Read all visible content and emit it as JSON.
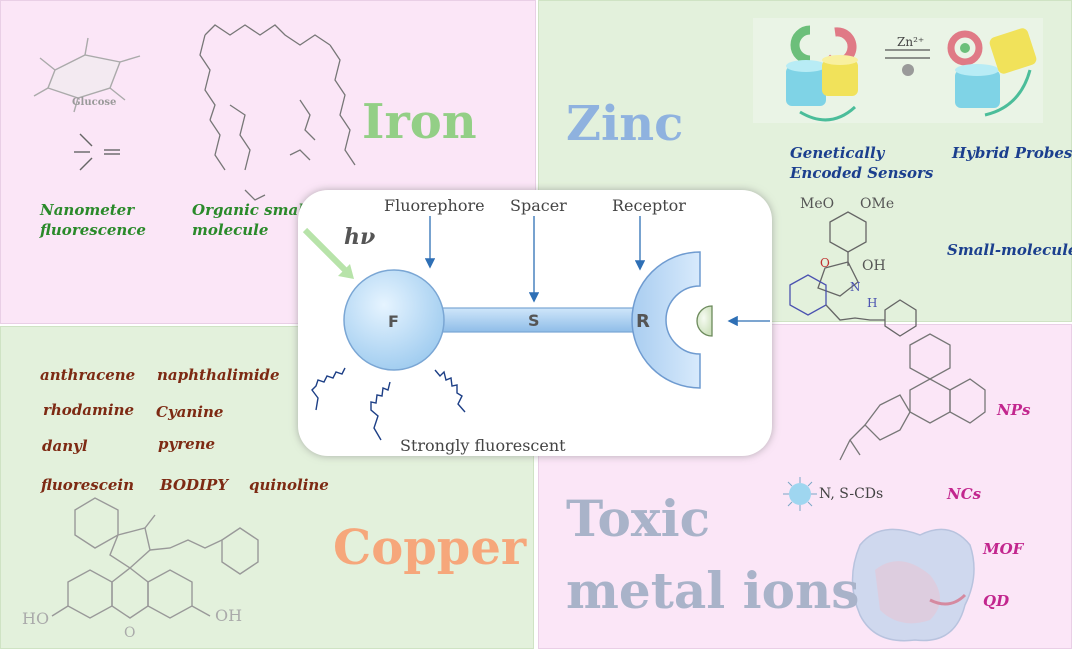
{
  "iron": {
    "title": "Iron",
    "label_glucose": "Glucose",
    "label_nanometer": "Nanometer\nfluorescence",
    "label_organic": "Organic small\nmolecule"
  },
  "zinc": {
    "title": "Zinc",
    "label_genetic": "Genetically\nEncoded Sensors",
    "label_hybrid": "Hybrid Probes",
    "label_small": "Small-molecule",
    "zn_label": "Zn²⁺",
    "struct_meo1": "MeO",
    "struct_ome": "OMe",
    "struct_oh": "OH",
    "struct_o": "O",
    "struct_n": "N",
    "struct_h": "H"
  },
  "copper": {
    "title": "Copper",
    "fluorophores": [
      "anthracene",
      "naphthalimide",
      "rhodamine",
      "Cyanine",
      "danyl",
      "pyrene",
      "fluorescein",
      "BODIPY",
      "quinoline"
    ],
    "struct_ho": "HO",
    "struct_oh": "OH",
    "struct_o": "O"
  },
  "toxic": {
    "title_line1": "Toxic",
    "title_line2": "metal ions",
    "labels": [
      "NPs",
      "NCs",
      "MOF",
      "QD"
    ],
    "cds_label": "N, S-CDs"
  },
  "center": {
    "hv": "hν",
    "fluorophore": "Fluorephore",
    "spacer": "Spacer",
    "receptor": "Receptor",
    "f": "F",
    "s": "S",
    "r": "R",
    "strongly": "Strongly fluorescent"
  },
  "colors": {
    "iron_bg": "#fbe6f7",
    "zinc_bg": "#e3f1dc",
    "iron_title": "#93cf86",
    "zinc_title": "#8fb2df",
    "copper_title": "#f6a77b",
    "toxic_title": "#a9b3c9",
    "arrow_blue": "#2e6fb5",
    "wave_blue": "#1d3f86"
  }
}
